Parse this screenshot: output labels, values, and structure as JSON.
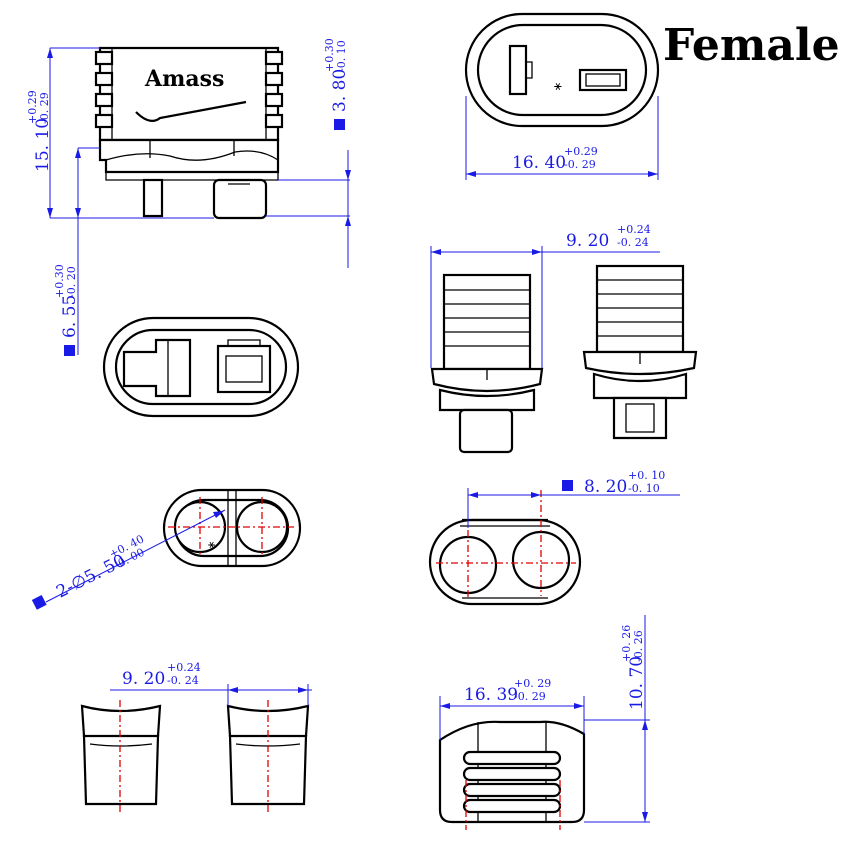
{
  "title": "Female",
  "brand": "Amass",
  "colors": {
    "dimension": "#1a1ae6",
    "centerline": "#e00000",
    "outline": "#000000"
  },
  "dimensions": {
    "height_total": {
      "value": "15. 10",
      "tol_plus": "+0.29",
      "tol_minus": "-0. 29"
    },
    "height_top": {
      "value": "3. 80",
      "tol_plus": "+0.30",
      "tol_minus": "-0. 10"
    },
    "pin_length": {
      "value": "6. 55",
      "tol_plus": "+0.30",
      "tol_minus": "-0. 20"
    },
    "width_top": {
      "value": "16. 40",
      "tol_plus": "+0.29",
      "tol_minus": "-0. 29"
    },
    "side_width": {
      "value": "9. 20",
      "tol_plus": "+0.24",
      "tol_minus": "-0. 24"
    },
    "pin_pitch": {
      "value": "8. 20",
      "tol_plus": "+0. 10",
      "tol_minus": "-0. 10"
    },
    "hole_diameter": {
      "value": "2-∅5. 50",
      "tol_plus": "+0. 40",
      "tol_minus": "-0. 00"
    },
    "bottom_width": {
      "value": "9. 20",
      "tol_plus": "+0.24",
      "tol_minus": "-0. 24"
    },
    "body_width": {
      "value": "16. 39",
      "tol_plus": "+0. 29",
      "tol_minus": "-0. 29"
    },
    "body_height": {
      "value": "10. 70",
      "tol_plus": "+0. 26",
      "tol_minus": "-0. 26"
    }
  }
}
